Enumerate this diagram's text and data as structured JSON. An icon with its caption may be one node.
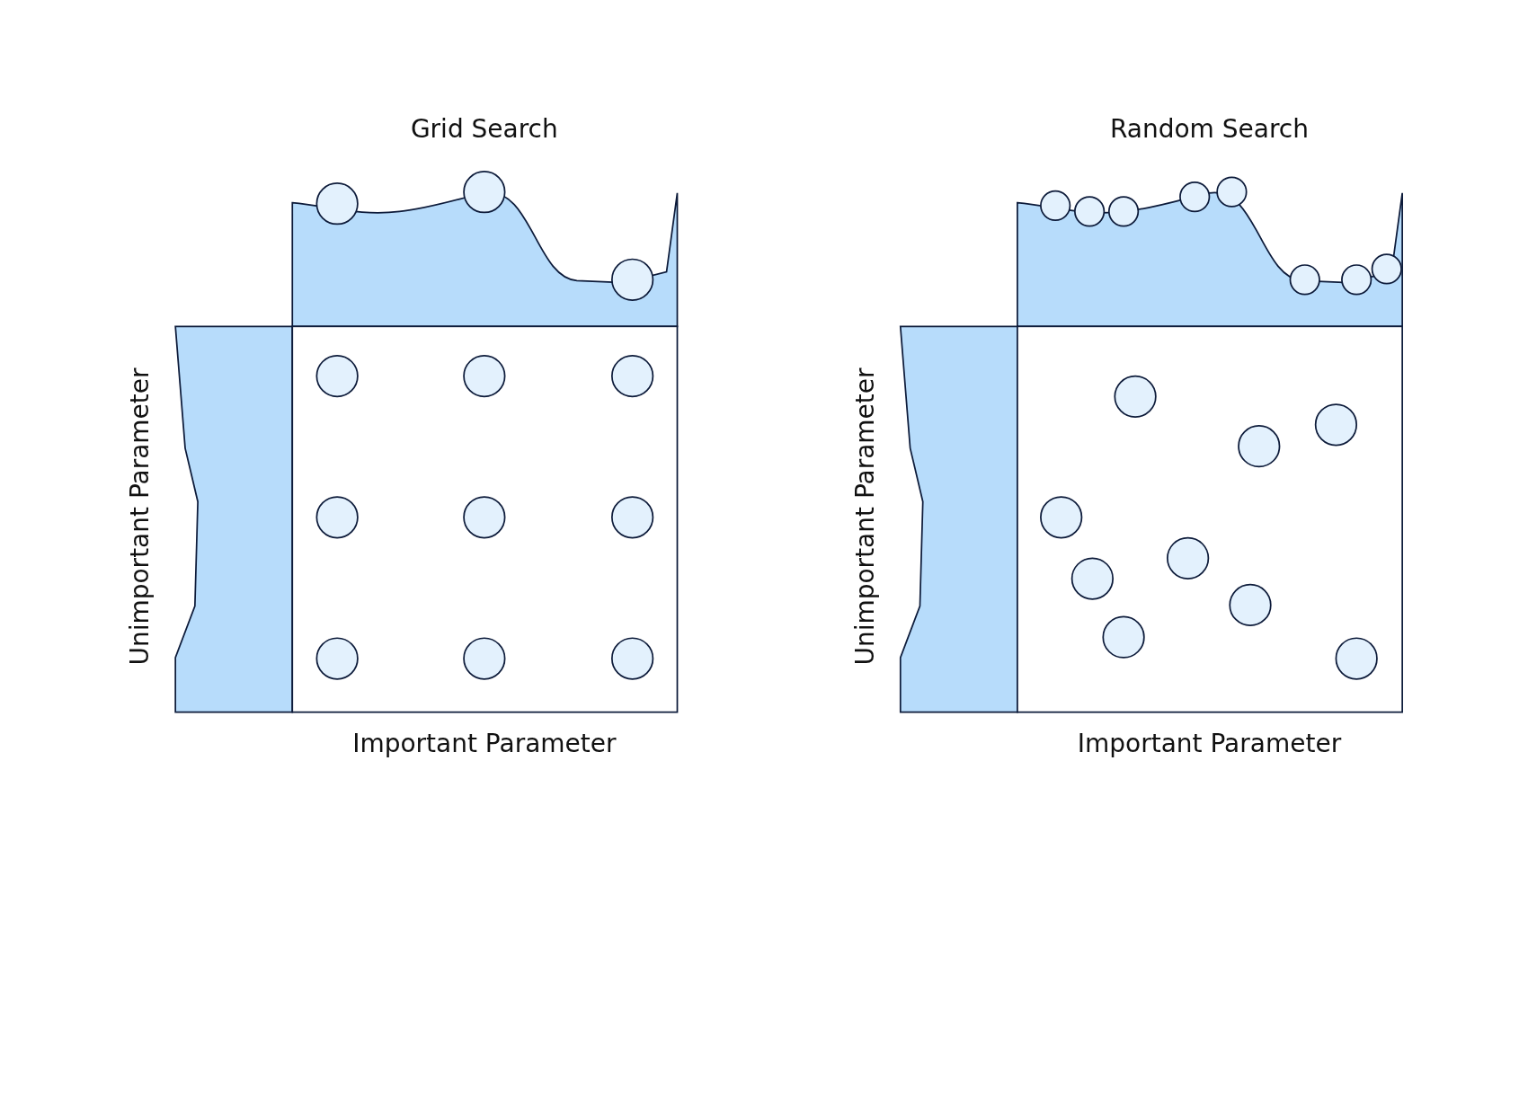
{
  "diagram": {
    "labels": [
      "Grid Search",
      "Random Search",
      "Unimportant Parameter",
      "Unimportant Parameter",
      "Important Parameter",
      "Important Parameter"
    ]
  }
}
